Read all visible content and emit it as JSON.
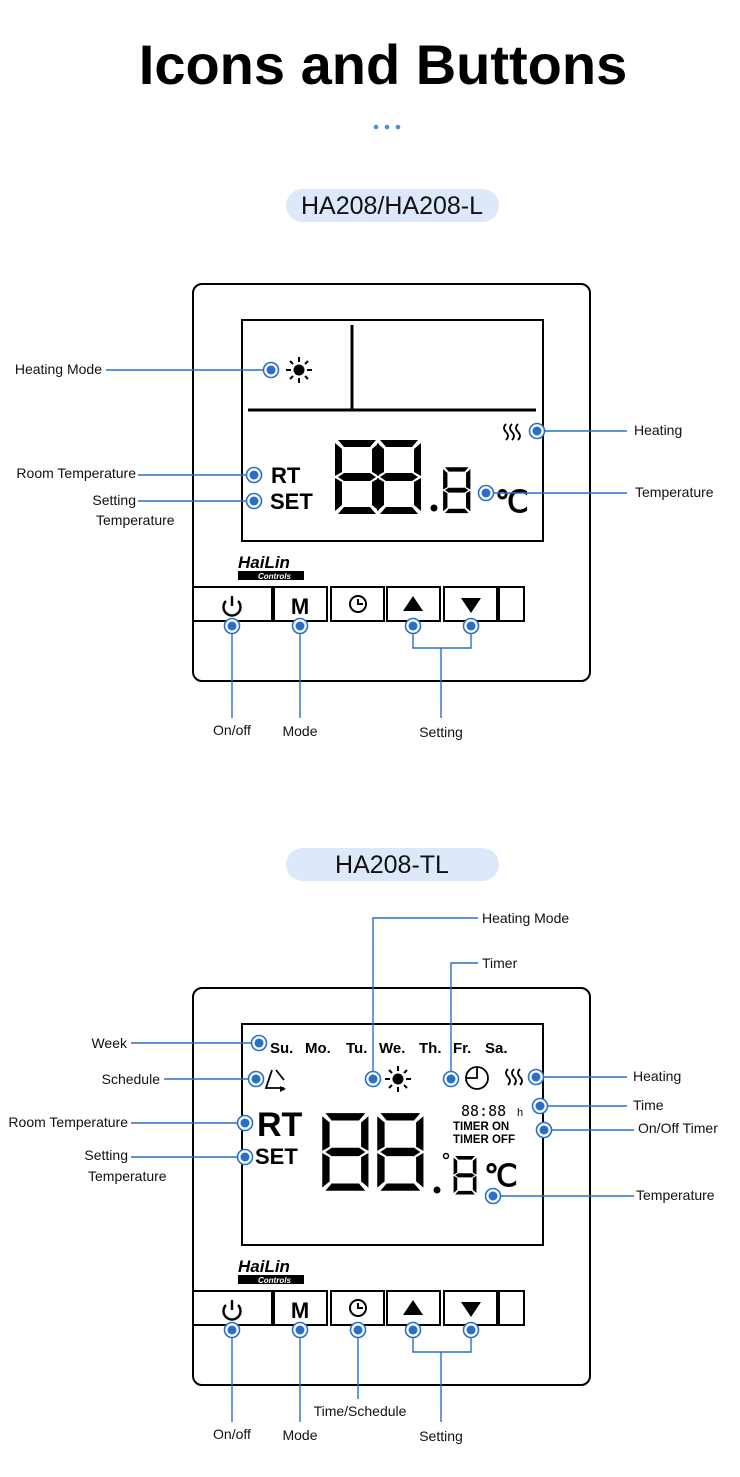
{
  "title": "Icons and Buttons",
  "colors": {
    "accent": "#2a6fc9",
    "pill": "#dde9fb",
    "dots": "#4a8fd6"
  },
  "model1": {
    "name": "HA208/HA208-L",
    "display": {
      "rt": "RT",
      "set": "SET",
      "unit": "℃"
    },
    "brand": {
      "name": "HaiLin",
      "sub": "Controls"
    },
    "labels": {
      "heating_mode": "Heating Mode",
      "heating": "Heating",
      "room_temperature": "Room Temperature",
      "setting_temperature_1": "Setting",
      "setting_temperature_2": "Temperature",
      "temperature": "Temperature",
      "onoff": "On/off",
      "mode": "Mode",
      "setting": "Setting"
    }
  },
  "model2": {
    "name": "HA208-TL",
    "display": {
      "days": [
        "Su.",
        "Mo.",
        "Tu.",
        "We.",
        "Th.",
        "Fr.",
        "Sa."
      ],
      "rt": "RT",
      "set": "SET",
      "unit": "℃",
      "clock": "88:88",
      "clock_unit": "h",
      "timer_on": "TIMER ON",
      "timer_off": "TIMER OFF"
    },
    "brand": {
      "name": "HaiLin",
      "sub": "Controls"
    },
    "labels": {
      "heating_mode": "Heating Mode",
      "timer": "Timer",
      "week": "Week",
      "schedule": "Schedule",
      "heating": "Heating",
      "time": "Time",
      "room_temperature": "Room Temperature",
      "onoff_timer": "On/Off Timer",
      "setting_temperature_1": "Setting",
      "setting_temperature_2": "Temperature",
      "temperature": "Temperature",
      "onoff": "On/off",
      "mode": "Mode",
      "time_schedule": "Time/Schedule",
      "setting": "Setting"
    }
  },
  "buttons": {
    "mode_glyph": "M"
  }
}
